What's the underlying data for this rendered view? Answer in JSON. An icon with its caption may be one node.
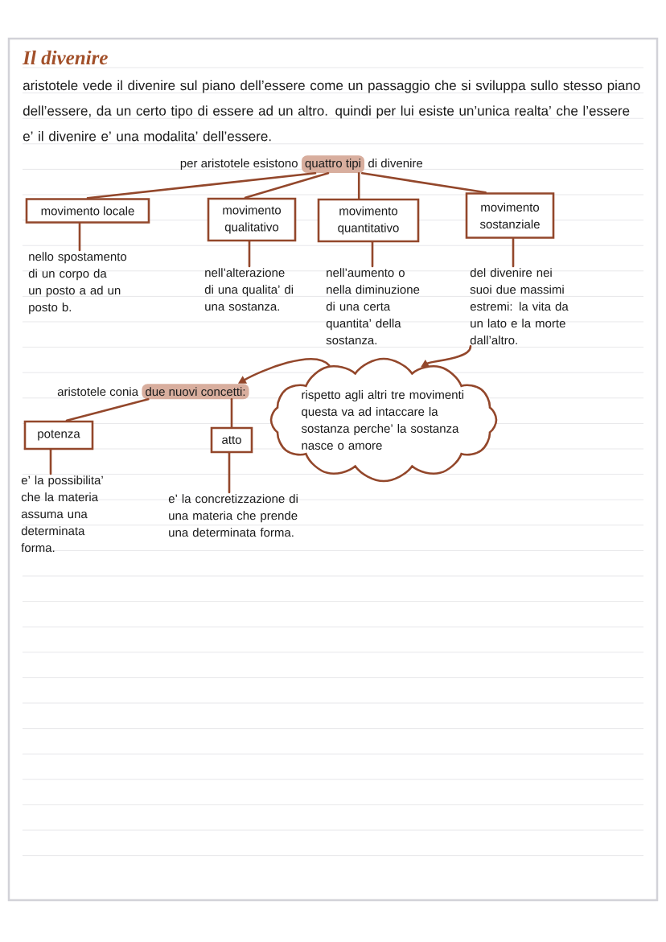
{
  "diagram": {
    "title": "Il divenire",
    "nodes": [
      {
        "text": [
          "quattro tipi"
        ],
        "beside": [
          "per aristotele esistono",
          "di divenire"
        ]
      },
      {
        "text": [
          "movimento locale"
        ]
      },
      {
        "text": [
          "movimento qualitativo"
        ]
      },
      {
        "text": [
          "movimento quantitativo"
        ]
      },
      {
        "text": [
          "movimento sostanziale"
        ]
      },
      {
        "text": [
          "nello spostamento di un corpo da un posto a ad un posto b."
        ]
      },
      {
        "text": [
          "nell’alterazione di una qualita’ di una sostanza."
        ]
      },
      {
        "text": [
          "nell’aumento o nella diminuzione di una certa quantita’ della sostanza."
        ]
      },
      {
        "text": [
          "del divenire nei suoi due massimi estremi: la vita da un lato e la morte dall’altro."
        ]
      },
      {
        "text": [
          "due nuovi concetti:"
        ],
        "beside": [
          "aristotele conia"
        ]
      },
      {
        "text": [
          "rispetto agli altri tre movimenti questa va ad intaccare la sostanza perche’ la sostanza nasce o amore"
        ]
      },
      {
        "text": [
          "potenza"
        ]
      },
      {
        "text": [
          "atto"
        ]
      },
      {
        "text": [
          "e’ la possibilita’ che la materia assuma una determinata forma."
        ]
      },
      {
        "text": [
          "e’ la concretizzazione di una materia che prende una determinata forma."
        ]
      }
    ],
    "edges": [
      {
        "from": 0,
        "to": 1,
        "arrow": "none"
      },
      {
        "from": 0,
        "to": 2,
        "arrow": "none"
      },
      {
        "from": 0,
        "to": 3,
        "arrow": "none"
      },
      {
        "from": 0,
        "to": 4,
        "arrow": "none"
      },
      {
        "from": 1,
        "to": 5,
        "arrow": "none"
      },
      {
        "from": 2,
        "to": 6,
        "arrow": "none"
      },
      {
        "from": 3,
        "to": 7,
        "arrow": "none"
      },
      {
        "from": 4,
        "to": 8,
        "arrow": "none"
      },
      {
        "from": 8,
        "to": 10,
        "arrow": "to"
      },
      {
        "from": 10,
        "to": 9,
        "arrow": "to"
      },
      {
        "from": 9,
        "to": 11,
        "arrow": "none"
      },
      {
        "from": 9,
        "to": 12,
        "arrow": "none"
      },
      {
        "from": 11,
        "to": 13,
        "arrow": "none"
      },
      {
        "from": 12,
        "to": 14,
        "arrow": "none"
      }
    ],
    "labels": [
      "aristotele vede il divenire sul piano dell’essere come un passaggio che si sviluppa sullo stesso piano dell’essere, da un certo tipo di essere ad un altro. quindi per lui esiste un’unica realta’ che l’essere e’ il divenire e’ una modalita’ dell’essere."
    ]
  }
}
